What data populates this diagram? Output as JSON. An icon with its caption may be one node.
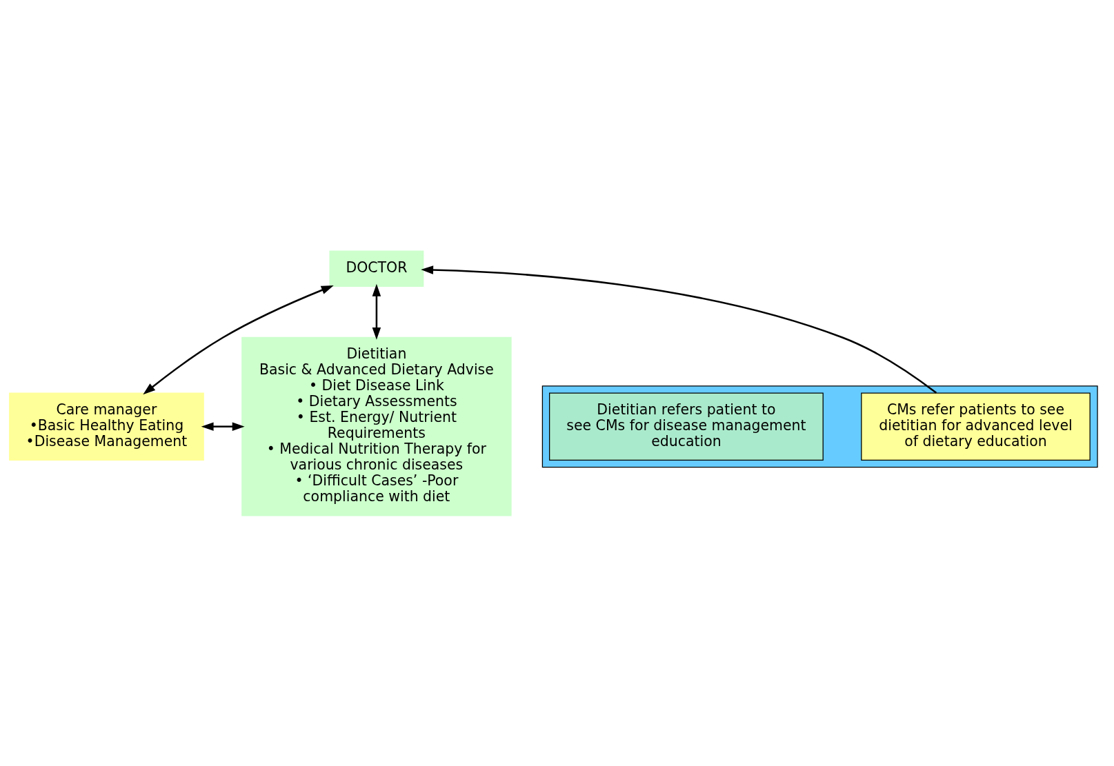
{
  "diagram": {
    "nodes": [
      {
        "text": [
          "DOCTOR"
        ]
      },
      {
        "text": [
          "Care manager",
          "•Basic Healthy Eating",
          "•Disease Management"
        ]
      },
      {
        "text": [
          "Dietitian",
          "Basic & Advanced Dietary Advise",
          "• Diet Disease Link",
          "• Dietary Assessments",
          "• Est. Energy/ Nutrient Requirements",
          "• Medical Nutrition Therapy for various chronic diseases",
          "• ‘Difficult Cases’ -Poor compliance with diet"
        ]
      },
      {
        "text": [],
        "shape": "box"
      },
      {
        "text": [
          "CMs refer patients to see dietitian for advanced level of dietary education"
        ],
        "in": 3
      },
      {
        "text": [
          "Dietitian refers patient to see CMs for disease management education"
        ],
        "in": 3
      }
    ],
    "edges": [
      {
        "from": 1,
        "to": 0,
        "arrow": "both"
      },
      {
        "from": 2,
        "to": 0,
        "arrow": "both"
      },
      {
        "from": 4,
        "to": 0,
        "arrow": "to"
      },
      {
        "from": 1,
        "to": 2,
        "arrow": "both"
      }
    ]
  }
}
